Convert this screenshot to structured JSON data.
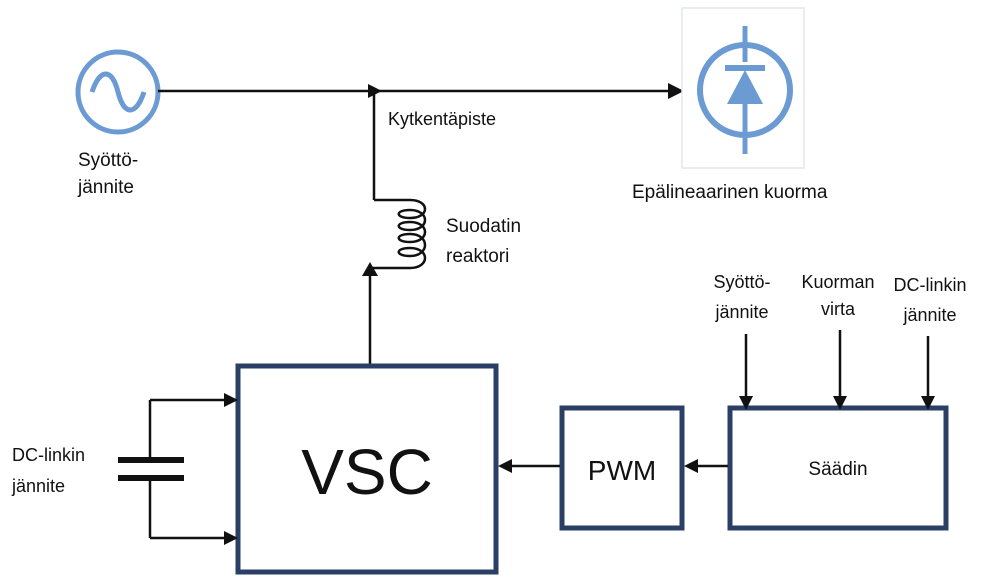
{
  "labels": {
    "supply_voltage_line1": "Syöttö-",
    "supply_voltage_line2": "jännite",
    "coupling_point": "Kytkentäpiste",
    "nonlinear_load": "Epälineaarinen kuorma",
    "filter_reactor_line1": "Suodatin",
    "filter_reactor_line2": "reaktori",
    "dc_link_voltage_line1": "DC-linkin",
    "dc_link_voltage_line2": "jännite",
    "vsc": "VSC",
    "pwm": "PWM",
    "controller": "Säädin",
    "ctrl_in_supply_line1": "Syöttö-",
    "ctrl_in_supply_line2": "jännite",
    "ctrl_in_load_current_line1": "Kuorman",
    "ctrl_in_load_current_line2": "virta",
    "ctrl_in_dc_link_line1": "DC-linkin",
    "ctrl_in_dc_link_line2": "jännite"
  },
  "colors": {
    "block_border": "#2b3f66",
    "icon_blue": "#6b9bd2",
    "line": "#111111"
  },
  "icons": {
    "source": "ac-source-icon",
    "load": "diode-icon",
    "reactor": "inductor-icon",
    "capacitor": "capacitor-icon"
  }
}
